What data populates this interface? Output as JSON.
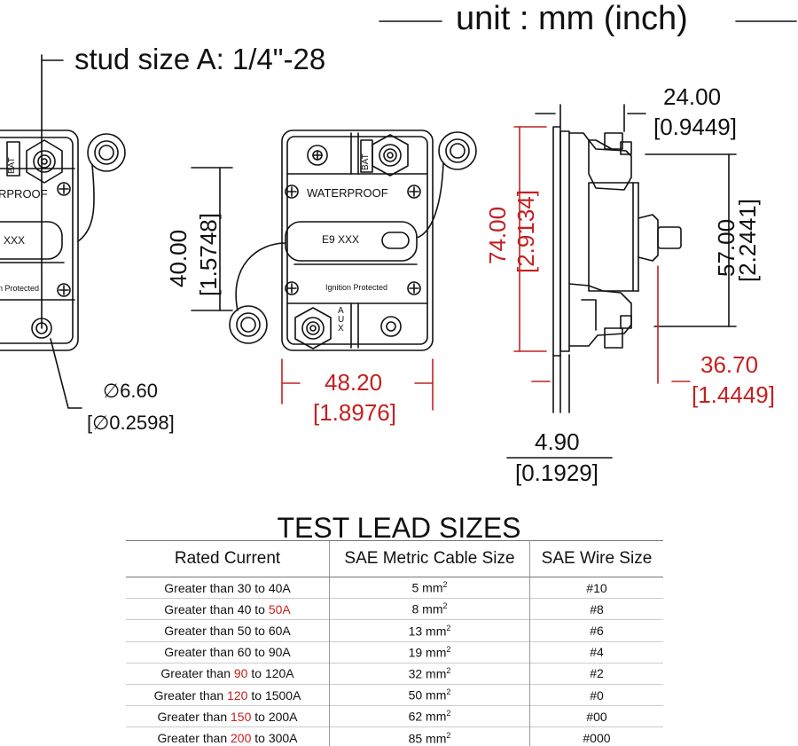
{
  "header": {
    "unit_label": "unit : mm (inch)"
  },
  "callouts": {
    "stud_size": "stud size A: 1/4\"-28",
    "hole_dia_mm": "∅6.60",
    "hole_dia_in": "[∅0.2598]"
  },
  "part_labels": {
    "waterproof_left": "RPROOF",
    "waterproof_center": "WATERPROOF",
    "model_left": "XXX",
    "model_center": "E9  XXX",
    "ignition_left": "n Protected",
    "ignition_center": "Ignition Protected",
    "aux": "AUX",
    "bat": "BAT"
  },
  "dimensions": {
    "height_40_mm": "40.00",
    "height_40_in": "[1.5748]",
    "width_48_mm": "48.20",
    "width_48_in": "[1.8976]",
    "height_74_mm": "74.00",
    "height_74_in": "[2.9134]",
    "depth_24_mm": "24.00",
    "depth_24_in": "[0.9449]",
    "height_57_mm": "57.00",
    "height_57_in": "[2.2441]",
    "depth_36_mm": "36.70",
    "depth_36_in": "[1.4449]",
    "base_4_mm": "4.90",
    "base_4_in": "[0.1929]"
  },
  "table": {
    "title": "TEST LEAD SIZES",
    "headers": [
      "Rated Current",
      "SAE Metric Cable Size",
      "SAE Wire Size"
    ],
    "rows": [
      {
        "pre": "Greater than ",
        "lo": "30",
        "lo_red": false,
        "mid": " to ",
        "hi": "40A",
        "hi_red": false,
        "cable": "5 mm",
        "exp": "2",
        "wire": "#10"
      },
      {
        "pre": "Greater than ",
        "lo": "40",
        "lo_red": false,
        "mid": " to ",
        "hi": "50A",
        "hi_red": true,
        "cable": "8 mm",
        "exp": "2",
        "wire": "#8"
      },
      {
        "pre": "Greater than ",
        "lo": "50",
        "lo_red": false,
        "mid": " to ",
        "hi": "60A",
        "hi_red": false,
        "cable": "13 mm",
        "exp": "2",
        "wire": "#6"
      },
      {
        "pre": "Greater than ",
        "lo": "60",
        "lo_red": false,
        "mid": " to ",
        "hi": "90A",
        "hi_red": false,
        "cable": "19 mm",
        "exp": "2",
        "wire": "#4"
      },
      {
        "pre": "Greater than ",
        "lo": "90",
        "lo_red": true,
        "mid": " to ",
        "hi": "120A",
        "hi_red": false,
        "cable": "32 mm",
        "exp": "2",
        "wire": "#2"
      },
      {
        "pre": "Greater than ",
        "lo": "120",
        "lo_red": true,
        "mid": " to ",
        "hi": "1500A",
        "hi_red": false,
        "cable": "50 mm",
        "exp": "2",
        "wire": "#0"
      },
      {
        "pre": "Greater than ",
        "lo": "150",
        "lo_red": true,
        "mid": " to ",
        "hi": "200A",
        "hi_red": false,
        "cable": "62 mm",
        "exp": "2",
        "wire": "#00"
      },
      {
        "pre": "Greater than ",
        "lo": "200",
        "lo_red": true,
        "mid": " to ",
        "hi": "300A",
        "hi_red": false,
        "cable": "85 mm",
        "exp": "2",
        "wire": "#000"
      }
    ]
  },
  "colors": {
    "highlight": "#c42020",
    "line": "#111111"
  }
}
